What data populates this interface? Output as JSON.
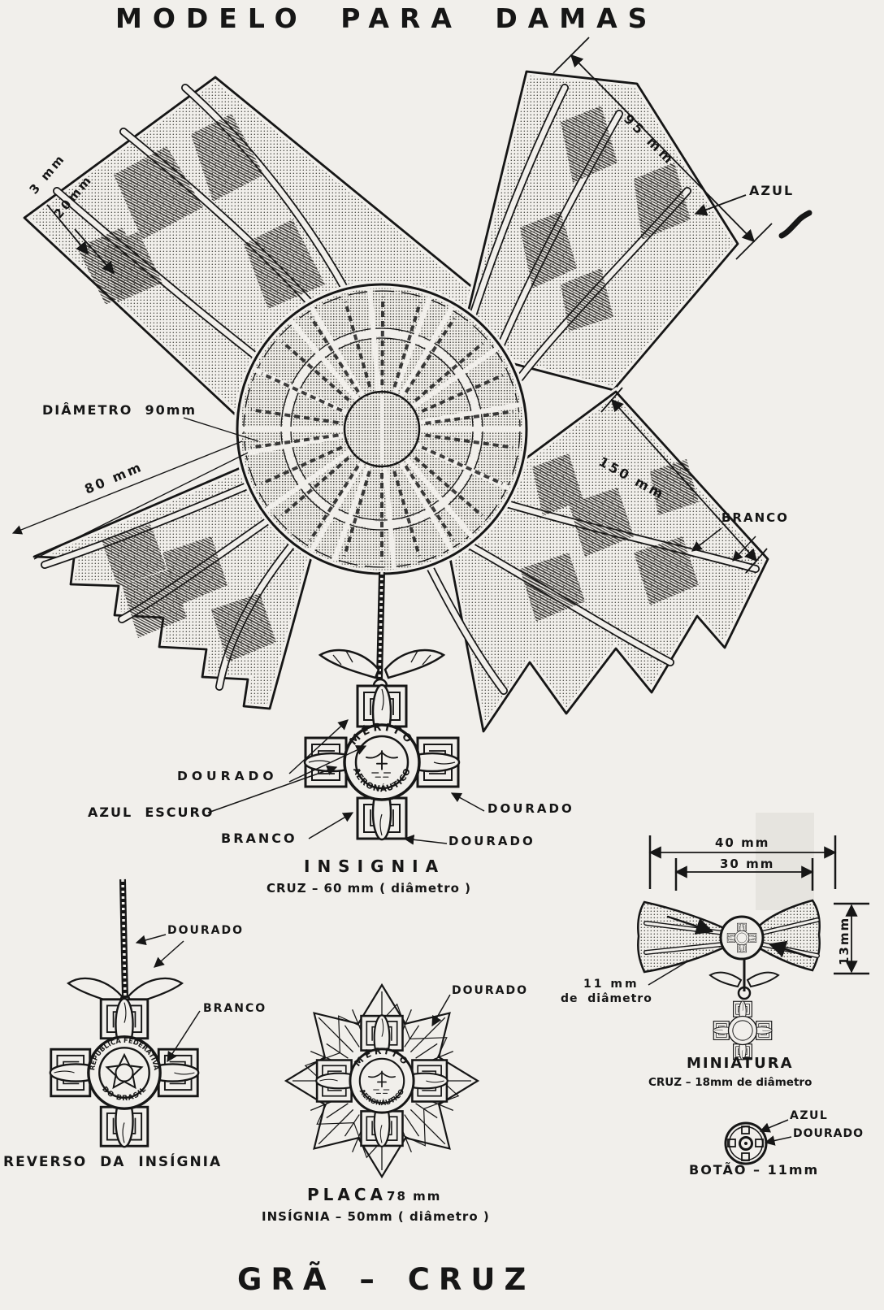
{
  "page": {
    "title_top": "MODELO PARA DAMAS",
    "title_bottom": "GRÃ – CRUZ"
  },
  "main_bow": {
    "dim_3mm": "3 mm",
    "dim_20mm": "20mm",
    "dim_95mm": "95 mm",
    "dim_diametro": "DIÂMETRO  90mm",
    "dim_80mm": "80 mm",
    "dim_150mm": "150 mm",
    "label_azul": "AZUL",
    "label_branco": "BRANCO"
  },
  "insignia": {
    "label_dourado_left": "DOURADO",
    "label_azul_escuro": "AZUL  ESCURO",
    "label_branco": "BRANCO",
    "label_dourado_upper": "DOURADO",
    "label_dourado_lower": "DOURADO",
    "title": "INSIGNIA",
    "subtitle": "CRUZ – 60 mm ( diâmetro )",
    "ring_top": "MÉRITO",
    "ring_bottom": "AERONÁUTICO"
  },
  "reverso": {
    "label_dourado": "DOURADO",
    "label_branco": "BRANCO",
    "title": "REVERSO DA INSÍGNIA",
    "ring_top": "REPÚBLICA FEDERATIVA",
    "ring_bottom": "DO BRASIL"
  },
  "placa": {
    "label_dourado": "DOURADO",
    "title": "PLACA",
    "size": "78 mm",
    "subtitle": "INSÍGNIA – 50mm ( diâmetro )",
    "ring_top": "MÉRITO",
    "ring_bottom": "AERONÁUTICO"
  },
  "miniatura": {
    "dim_40mm": "40 mm",
    "dim_30mm": "30 mm",
    "dim_13mm": "13mm",
    "dim_11mm_l1": "11 mm",
    "dim_11mm_l2": "de  diâmetro",
    "title": "MINIATURA",
    "subtitle": "CRUZ – 18mm de diâmetro"
  },
  "botao": {
    "label_azul": "AZUL",
    "label_dourado": "DOURADO",
    "caption": "BOTÃO – 11mm"
  }
}
